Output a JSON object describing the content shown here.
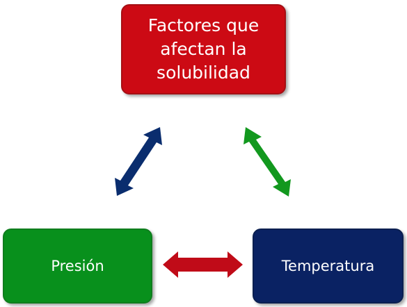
{
  "nodes": {
    "top": {
      "lines": [
        "Factores que",
        "afectan la",
        "solubilidad"
      ],
      "color": "#cc0a14"
    },
    "left": {
      "label": "Presión",
      "color": "#08901c"
    },
    "right": {
      "label": "Temperatura",
      "color": "#0a2263"
    }
  },
  "arrows": {
    "left_diagonal": {
      "color": "#0a2d6e",
      "direction": "bidirectional"
    },
    "right_diagonal": {
      "color": "#12981e",
      "direction": "bidirectional"
    },
    "bottom_horizontal": {
      "color": "#c00b18",
      "direction": "bidirectional"
    }
  }
}
